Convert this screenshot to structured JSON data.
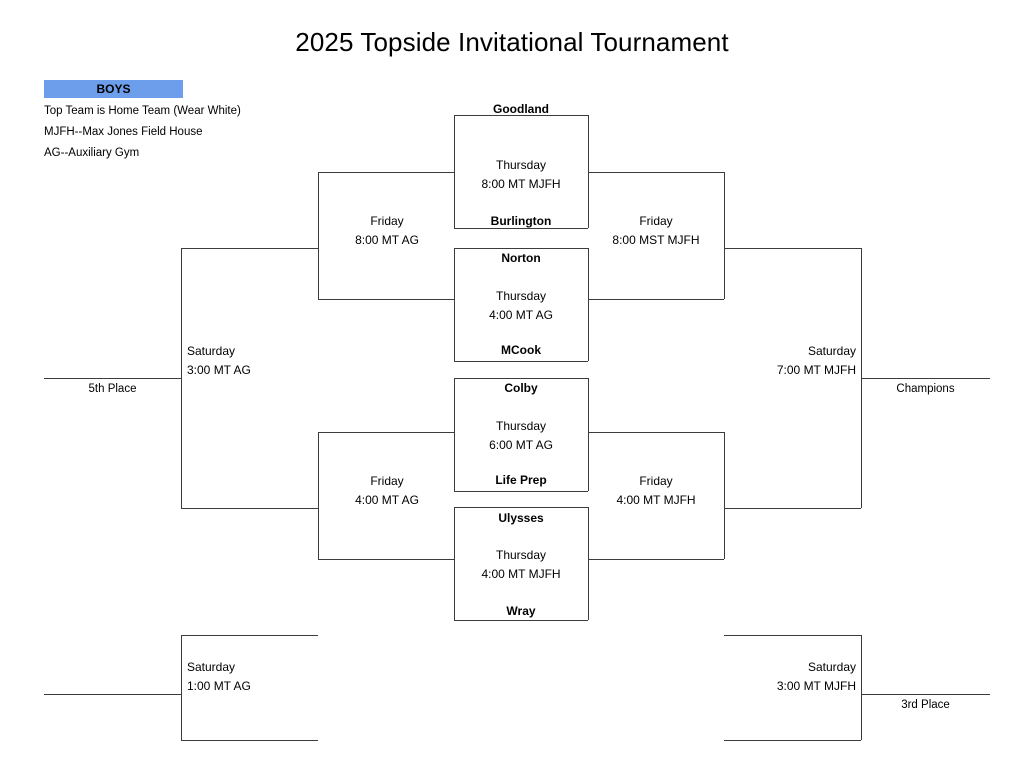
{
  "page": {
    "title": "2025 Topside Invitational Tournament"
  },
  "legend": {
    "banner_label": "BOYS",
    "banner_color": "#6d9eeb",
    "notes": [
      "Top Team is Home Team (Wear White)",
      "MJFH--Max Jones Field House",
      "AG--Auxiliary Gym"
    ]
  },
  "bracket": {
    "quarterfinals": [
      {
        "id": "qf1",
        "top_team": "Goodland",
        "bottom_team": "Burlington",
        "day": "Thursday",
        "time_venue": "8:00 MT MJFH"
      },
      {
        "id": "qf2",
        "top_team": "Norton",
        "bottom_team": "MCook",
        "day": "Thursday",
        "time_venue": "4:00 MT AG"
      },
      {
        "id": "qf3",
        "top_team": "Colby",
        "bottom_team": "Life Prep",
        "day": "Thursday",
        "time_venue": "6:00 MT AG"
      },
      {
        "id": "qf4",
        "top_team": "Ulysses",
        "bottom_team": "Wray",
        "day": "Thursday",
        "time_venue": "4:00 MT MJFH"
      }
    ],
    "semifinals_left": [
      {
        "id": "sf_left_top",
        "day": "Friday",
        "time_venue": "8:00 MT AG"
      },
      {
        "id": "sf_left_bottom",
        "day": "Friday",
        "time_venue": "4:00 MT AG"
      }
    ],
    "semifinals_right": [
      {
        "id": "sf_right_top",
        "day": "Friday",
        "time_venue": "8:00 MST MJFH"
      },
      {
        "id": "sf_right_bottom",
        "day": "Friday",
        "time_venue": "4:00 MT MJFH"
      }
    ],
    "finals": {
      "fifth_place": {
        "id": "fifth_place_game",
        "day": "Saturday",
        "time_venue": "3:00 MT AG",
        "outcome_label": "5th Place"
      },
      "championship": {
        "id": "championship_game",
        "day": "Saturday",
        "time_venue": "7:00 MT MJFH",
        "outcome_label": "Champions"
      },
      "consolation_left": {
        "id": "consolation_left_game",
        "day": "Saturday",
        "time_venue": "1:00 MT AG",
        "outcome_label": ""
      },
      "third_place": {
        "id": "third_place_game",
        "day": "Saturday",
        "time_venue": "3:00 MT MJFH",
        "outcome_label": "3rd Place"
      }
    }
  }
}
